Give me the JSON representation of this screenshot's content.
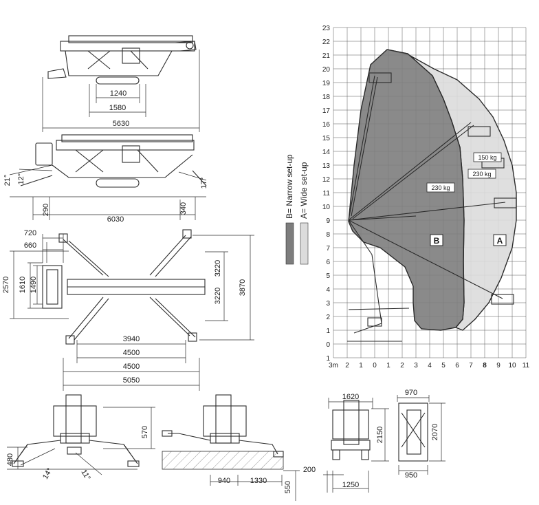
{
  "side_views": {
    "top": {
      "d1": "1240",
      "d2": "1580",
      "d3": "5630"
    },
    "working": {
      "a1": "21°",
      "a2": "12°",
      "a3": "17°",
      "d1": "290",
      "d2": "6030",
      "d3": "340"
    }
  },
  "plan_view": {
    "d720": "720",
    "d660": "660",
    "d2570": "2570",
    "d1610": "1610",
    "d1490": "1490",
    "d3220a": "3220",
    "d3220b": "3220",
    "d3870": "3870",
    "d3940": "3940",
    "d4500a": "4500",
    "d4500b": "4500",
    "d5050": "5050"
  },
  "front_views": {
    "left": {
      "d570": "570",
      "d480": "480",
      "a14": "14°",
      "a11": "11°"
    },
    "slope": {
      "d940": "940",
      "d1330": "1330",
      "d550": "550"
    },
    "narrow": {
      "d1620": "1620",
      "d2150": "2150",
      "d200": "200",
      "d1250": "1250"
    },
    "side": {
      "d970": "970",
      "d2070": "2070",
      "d950": "950"
    }
  },
  "legend": {
    "narrow_label": "B= Narrow set-up",
    "wide_label": "A= Wide set-up",
    "narrow_color": "#7d7d7d",
    "wide_color": "#dcdcdc"
  },
  "chart_data": {
    "type": "area",
    "x_ticks": [
      "3m",
      "2",
      "1",
      "0",
      "1",
      "2",
      "3",
      "4",
      "5",
      "6",
      "7",
      "8",
      "9",
      "10",
      "11"
    ],
    "y_ticks": [
      "1",
      "0",
      "1",
      "2",
      "3",
      "4",
      "5",
      "6",
      "7",
      "8",
      "9",
      "10",
      "11",
      "12",
      "13",
      "14",
      "15",
      "16",
      "17",
      "18",
      "19",
      "20",
      "21",
      "22",
      "23"
    ],
    "bold_x": "8",
    "grid": true,
    "series": [
      {
        "name": "B",
        "color": "#7d7d7d",
        "points": [
          [
            -1.9,
            8.9
          ],
          [
            -1.5,
            13
          ],
          [
            -1.0,
            17
          ],
          [
            -0.3,
            20.3
          ],
          [
            0.9,
            21.4
          ],
          [
            2.4,
            21.1
          ],
          [
            4.2,
            19.5
          ],
          [
            5.0,
            17.8
          ],
          [
            5.6,
            16.2
          ],
          [
            6.2,
            14.3
          ],
          [
            6.4,
            12
          ],
          [
            6.5,
            9
          ],
          [
            6.45,
            6
          ],
          [
            6.5,
            3
          ],
          [
            6.4,
            1.8
          ],
          [
            5.9,
            1.2
          ],
          [
            4.8,
            1.0
          ],
          [
            3.4,
            1.1
          ],
          [
            2.9,
            1.7
          ],
          [
            2.8,
            3
          ],
          [
            2.8,
            4.2
          ],
          [
            2.2,
            5.6
          ],
          [
            0.4,
            7.0
          ],
          [
            -0.8,
            7.4
          ],
          [
            -1.6,
            8.2
          ]
        ]
      },
      {
        "name": "A",
        "color": "#dcdcdc",
        "points": [
          [
            0.9,
            21.4
          ],
          [
            2.5,
            21.0
          ],
          [
            4.3,
            20.0
          ],
          [
            6.0,
            19.2
          ],
          [
            7.6,
            17.8
          ],
          [
            8.6,
            16.5
          ],
          [
            9.4,
            14.8
          ],
          [
            10.0,
            13.0
          ],
          [
            10.3,
            11.0
          ],
          [
            10.3,
            9.0
          ],
          [
            10.0,
            7.0
          ],
          [
            9.2,
            4.8
          ],
          [
            8.3,
            3.0
          ],
          [
            7.3,
            1.8
          ],
          [
            6.4,
            1.0
          ],
          [
            5.9,
            1.2
          ],
          [
            6.4,
            1.8
          ],
          [
            6.5,
            3
          ],
          [
            6.45,
            6
          ],
          [
            6.5,
            9
          ],
          [
            6.4,
            12
          ],
          [
            6.2,
            14.3
          ],
          [
            5.6,
            16.2
          ],
          [
            5.0,
            17.8
          ],
          [
            4.2,
            19.5
          ],
          [
            2.4,
            21.1
          ]
        ]
      }
    ],
    "load_labels": [
      {
        "text": "150 kg",
        "x": 8.2,
        "y": 13.5
      },
      {
        "text": "230 kg",
        "x": 7.8,
        "y": 12.3
      },
      {
        "text": "230 kg",
        "x": 4.8,
        "y": 11.3
      }
    ],
    "region_labels": [
      {
        "text": "B",
        "x": 4.5,
        "y": 7.5
      },
      {
        "text": "A",
        "x": 9.1,
        "y": 7.5
      }
    ]
  }
}
